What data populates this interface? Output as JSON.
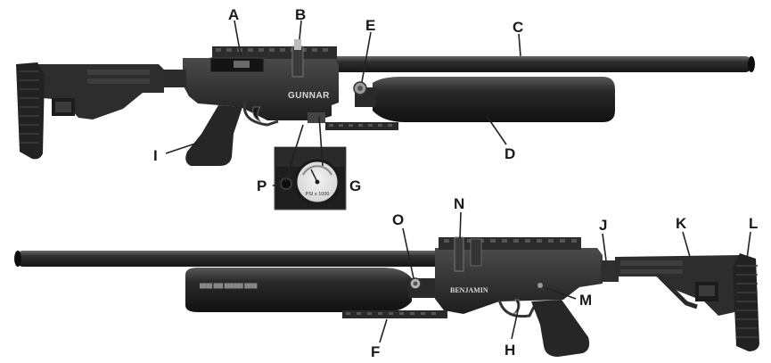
{
  "figure": {
    "brand_upper": "GUNNAR",
    "brand_lower": "BENJAMIN",
    "gauge_scale_text": "PSI x 1000"
  },
  "callouts": [
    {
      "id": "A",
      "label": "A"
    },
    {
      "id": "B",
      "label": "B"
    },
    {
      "id": "C",
      "label": "C"
    },
    {
      "id": "D",
      "label": "D"
    },
    {
      "id": "E",
      "label": "E"
    },
    {
      "id": "F",
      "label": "F"
    },
    {
      "id": "G",
      "label": "G"
    },
    {
      "id": "H",
      "label": "H"
    },
    {
      "id": "I",
      "label": "I"
    },
    {
      "id": "J",
      "label": "J"
    },
    {
      "id": "K",
      "label": "K"
    },
    {
      "id": "L",
      "label": "L"
    },
    {
      "id": "M",
      "label": "M"
    },
    {
      "id": "N",
      "label": "N"
    },
    {
      "id": "O",
      "label": "O"
    },
    {
      "id": "P",
      "label": "P"
    }
  ]
}
